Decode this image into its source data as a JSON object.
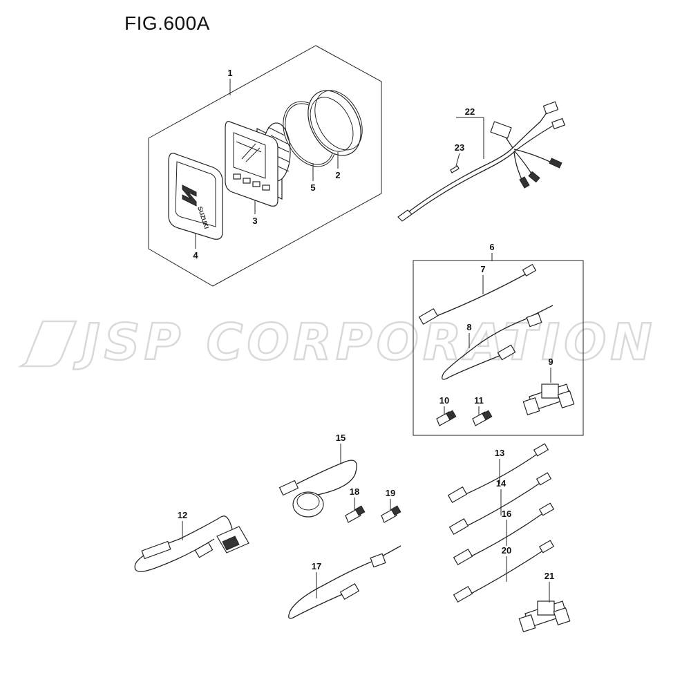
{
  "figure": {
    "title": "FIG.600A"
  },
  "watermark": {
    "text": "JSP CORPORATION"
  },
  "logo": {
    "brand_text": "SUZUKI"
  },
  "callouts": [
    "1",
    "2",
    "3",
    "4",
    "5",
    "6",
    "7",
    "8",
    "9",
    "10",
    "11",
    "12",
    "13",
    "14",
    "15",
    "16",
    "17",
    "18",
    "19",
    "20",
    "21",
    "22",
    "23"
  ]
}
